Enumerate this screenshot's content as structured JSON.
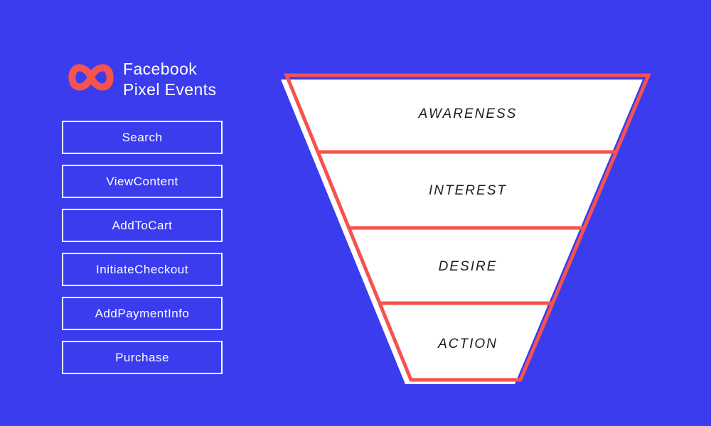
{
  "colors": {
    "background": "#3a3cee",
    "accent_red": "#f4534e",
    "funnel_fill": "#ffffff",
    "funnel_text": "#1c1c1e",
    "button_border": "#ffffff",
    "button_text": "#ffffff",
    "title_text": "#ffffff"
  },
  "header": {
    "logo_icon": "meta-infinity-logo",
    "title_line1": "Facebook",
    "title_line2": "Pixel Events"
  },
  "sidebar": {
    "events": [
      {
        "label": "Search"
      },
      {
        "label": "ViewContent"
      },
      {
        "label": "AddToCart"
      },
      {
        "label": "InitiateCheckout"
      },
      {
        "label": "AddPaymentInfo"
      },
      {
        "label": "Purchase"
      }
    ]
  },
  "funnel": {
    "stages": [
      {
        "label": "AWARENESS"
      },
      {
        "label": "INTEREST"
      },
      {
        "label": "DESIRE"
      },
      {
        "label": "ACTION"
      }
    ]
  },
  "chart_data": {
    "type": "funnel",
    "title": "Facebook Pixel Events",
    "stages": [
      "AWARENESS",
      "INTEREST",
      "DESIRE",
      "ACTION"
    ],
    "pixel_events": [
      "Search",
      "ViewContent",
      "AddToCart",
      "InitiateCheckout",
      "AddPaymentInfo",
      "Purchase"
    ],
    "layout": "inverted funnel, 4 equal-height bands, red outline with white fill and white drop shadow offset down-left"
  }
}
